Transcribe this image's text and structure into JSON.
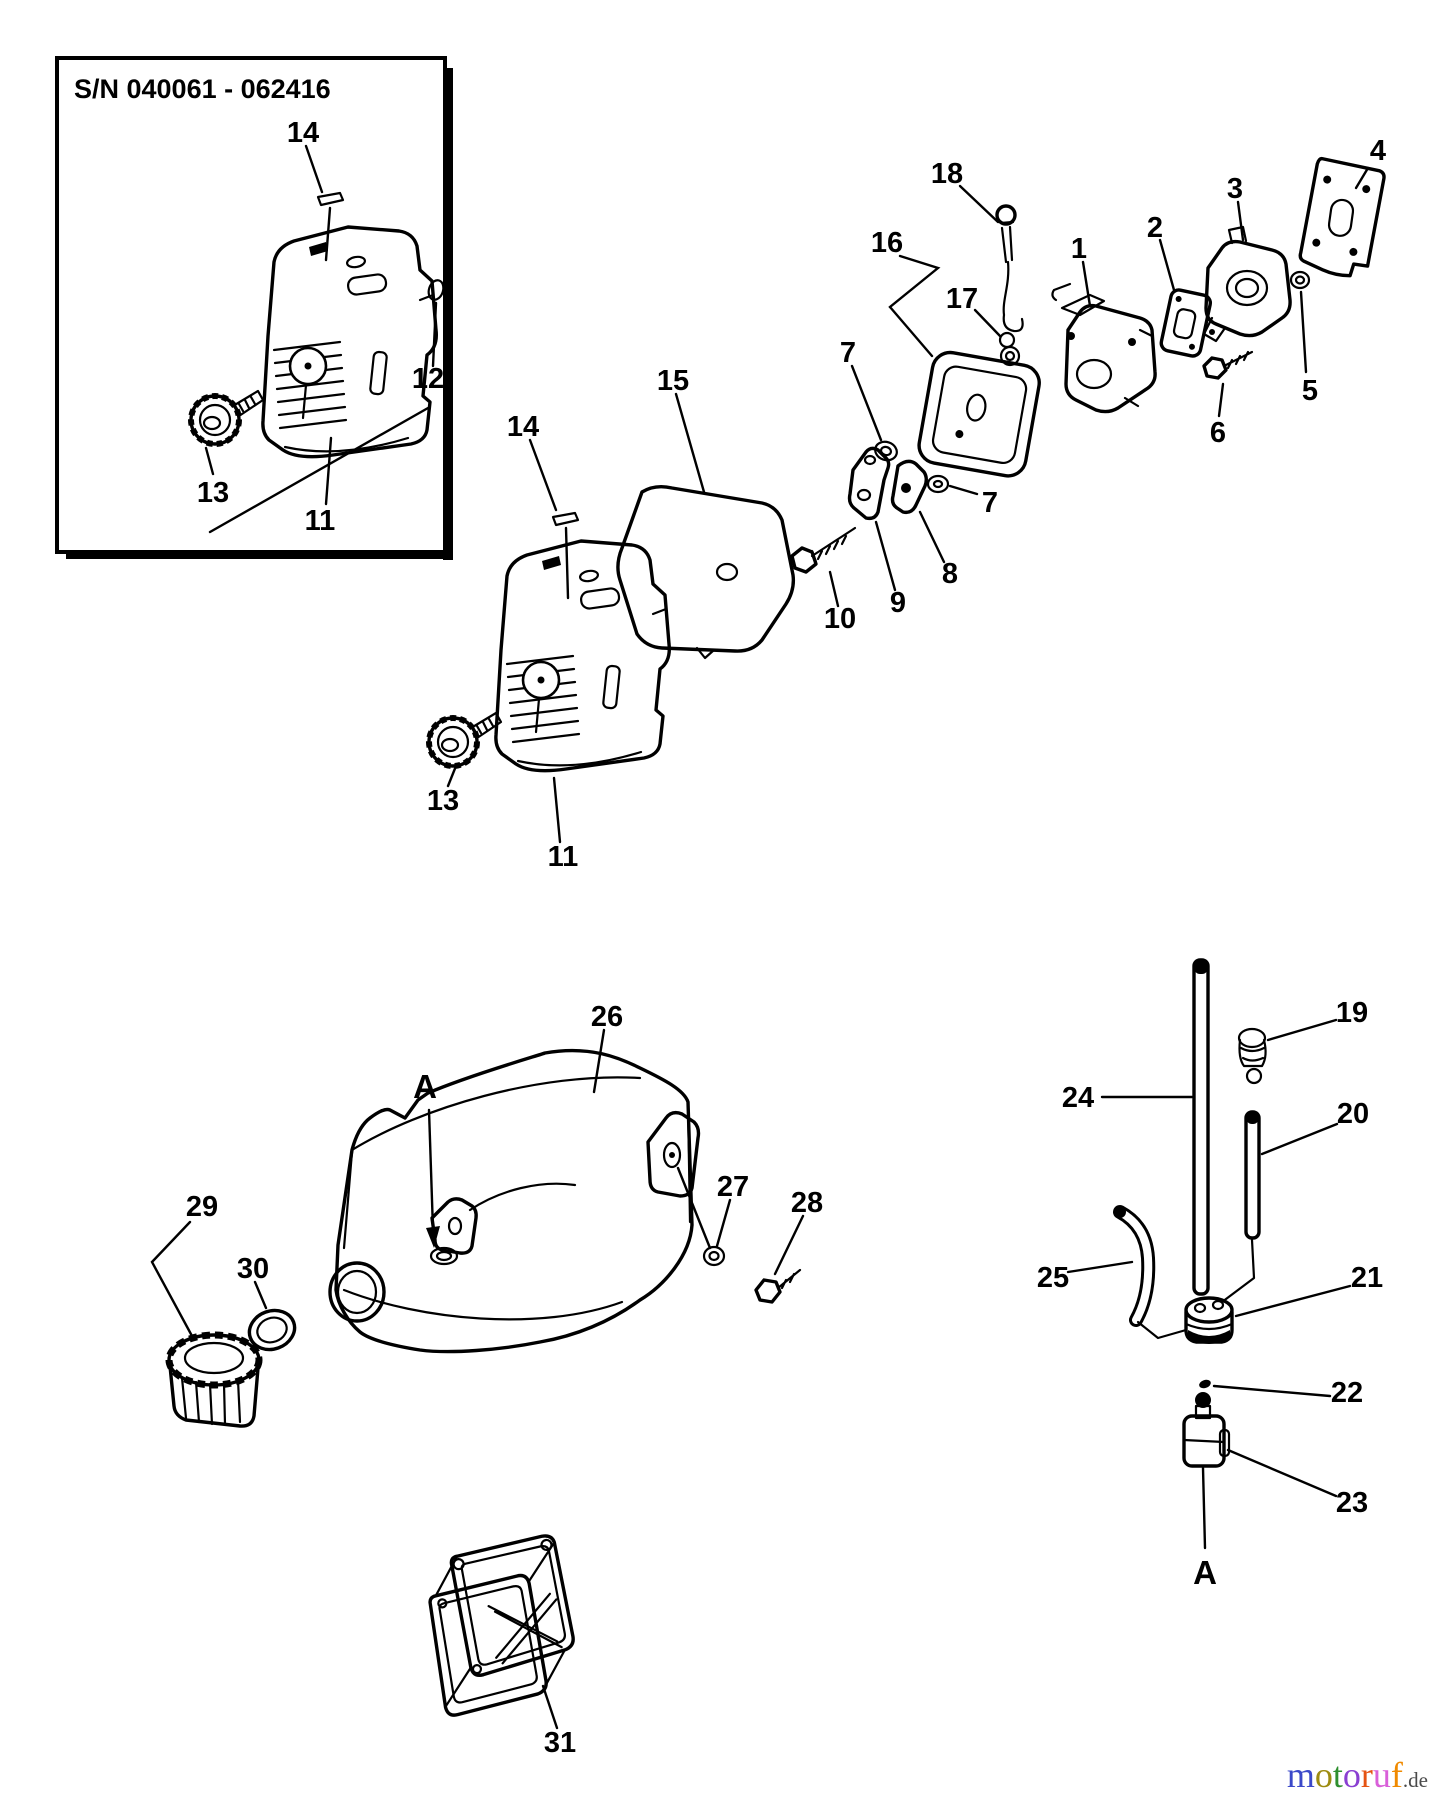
{
  "page": {
    "background": "#ffffff",
    "ink": "#000000"
  },
  "serial_box": {
    "label": "S/N  040061 - 062416"
  },
  "callouts": {
    "sn_clip": "14",
    "sn_grommet": "12",
    "sn_knob": "13",
    "sn_cover": "11",
    "clip": "14",
    "air_filter": "15",
    "knob": "13",
    "cover": "11",
    "nut_upper": "7",
    "case": "16",
    "pin_clip": "17",
    "choke_rod": "18",
    "carburetor": "1",
    "gasket": "2",
    "insulator": "3",
    "plate": "4",
    "nut": "5",
    "screw_carb": "6",
    "screw_bracket": "10",
    "bracket": "9",
    "cam": "8",
    "washer_small": "7",
    "tank": "26",
    "washer_tank": "27",
    "screw_tank": "28",
    "cap": "29",
    "cap_ring": "30",
    "vent": "19",
    "tube_short": "20",
    "tube_long": "24",
    "tube_curved": "25",
    "grommet": "21",
    "clamp": "22",
    "fuel_filter": "23",
    "frame": "31",
    "marker_tank": "A",
    "marker_filter": "A"
  },
  "logo": {
    "letters": [
      {
        "ch": "m",
        "color": "#3b49c9"
      },
      {
        "ch": "o",
        "color": "#9d8b10"
      },
      {
        "ch": "t",
        "color": "#2f8f2f"
      },
      {
        "ch": "o",
        "color": "#8a3fd1"
      },
      {
        "ch": "r",
        "color": "#e55312"
      },
      {
        "ch": "u",
        "color": "#d95fd9"
      },
      {
        "ch": "f",
        "color": "#f08a00"
      }
    ],
    "suffix": ".de",
    "suffix_color": "#4a4a4a"
  }
}
